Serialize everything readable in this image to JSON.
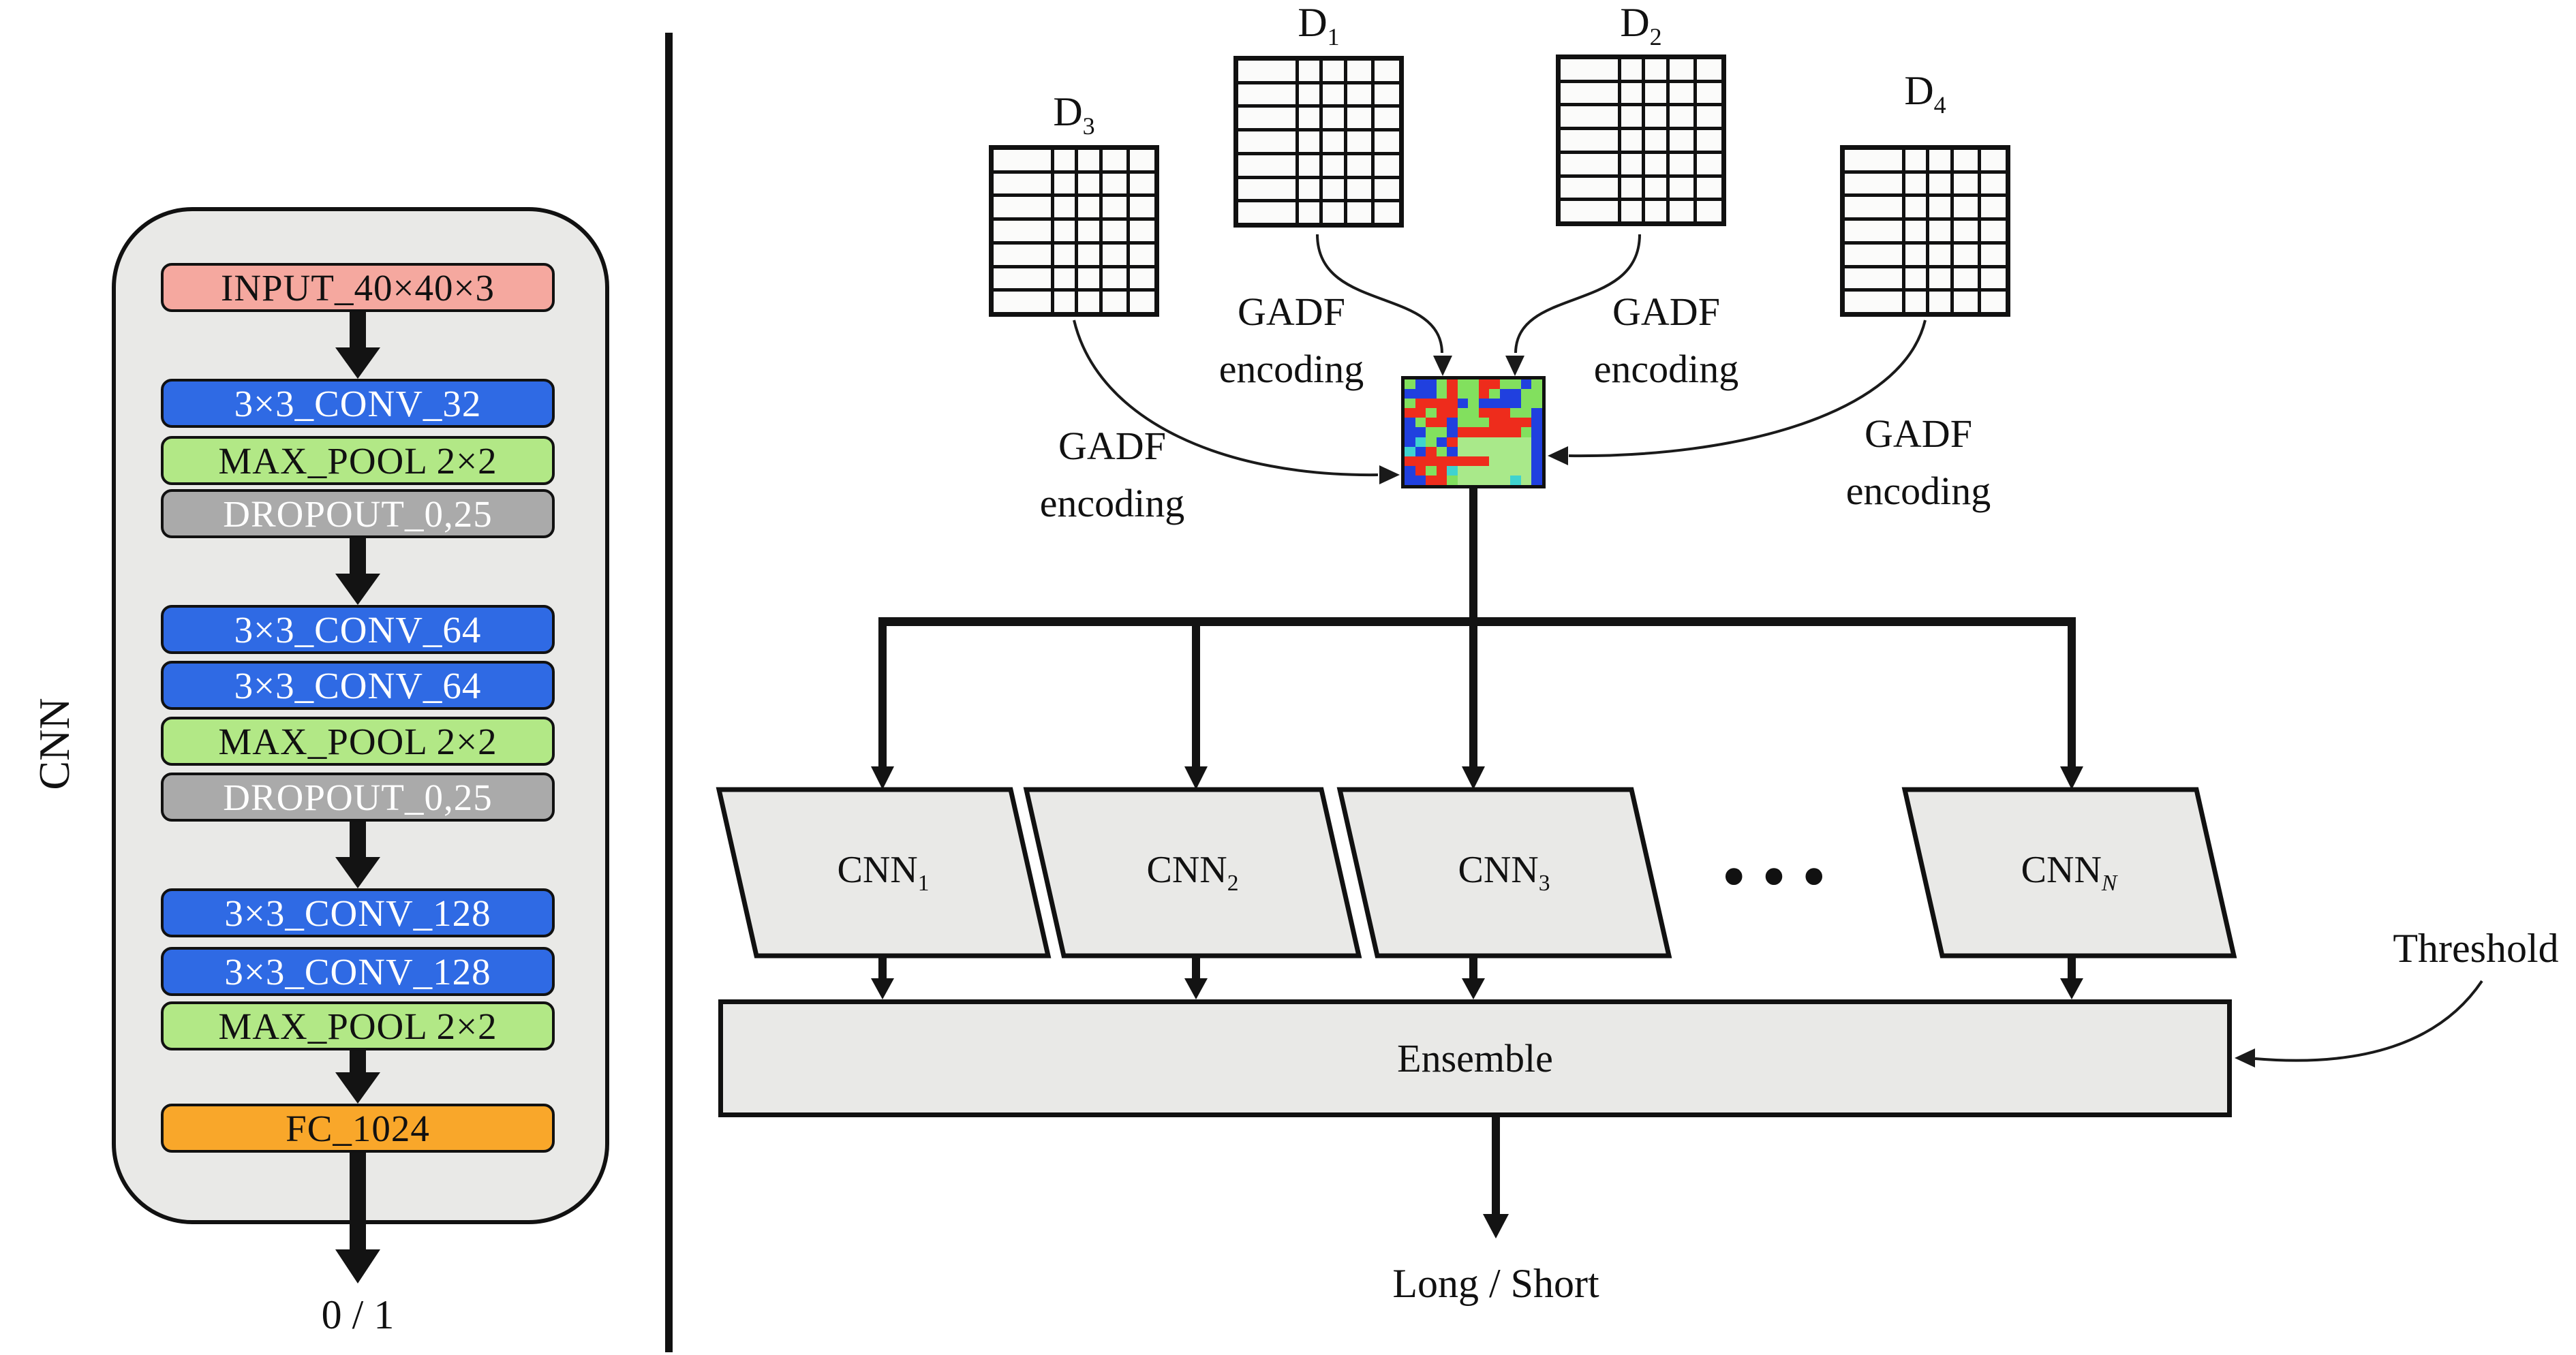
{
  "left_panel": {
    "side_label": "CNN",
    "output_label": "0 / 1",
    "layers": [
      {
        "label": "INPUT_40×40×3",
        "type": "input"
      },
      {
        "label": "3×3_CONV_32",
        "type": "conv"
      },
      {
        "label": "MAX_POOL 2×2",
        "type": "pool"
      },
      {
        "label": "DROPOUT_0,25",
        "type": "dropout"
      },
      {
        "label": "3×3_CONV_64",
        "type": "conv"
      },
      {
        "label": "3×3_CONV_64",
        "type": "conv"
      },
      {
        "label": "MAX_POOL 2×2",
        "type": "pool"
      },
      {
        "label": "DROPOUT_0,25",
        "type": "dropout"
      },
      {
        "label": "3×3_CONV_128",
        "type": "conv"
      },
      {
        "label": "3×3_CONV_128",
        "type": "conv"
      },
      {
        "label": "MAX_POOL 2×2",
        "type": "pool"
      },
      {
        "label": "FC_1024",
        "type": "fc"
      }
    ],
    "colors": {
      "input": "#f5a89f",
      "conv": "#2f6ae4",
      "pool": "#b2e886",
      "dropout": "#aaaaaa",
      "fc": "#f9a72a",
      "panel_bg": "#e9e9e7",
      "line": "#111111"
    }
  },
  "right_panel": {
    "matrices": [
      {
        "label": "D",
        "sub": "3"
      },
      {
        "label": "D",
        "sub": "1"
      },
      {
        "label": "D",
        "sub": "2"
      },
      {
        "label": "D",
        "sub": "4"
      }
    ],
    "encoding_labels": [
      {
        "line1": "GADF",
        "line2": "encoding"
      },
      {
        "line1": "GADF",
        "line2": "encoding"
      },
      {
        "line1": "GADF",
        "line2": "encoding"
      },
      {
        "line1": "GADF",
        "line2": "encoding"
      }
    ],
    "cnn_nodes": [
      {
        "label": "CNN",
        "sub": "1"
      },
      {
        "label": "CNN",
        "sub": "2"
      },
      {
        "label": "CNN",
        "sub": "3"
      },
      {
        "label": "CNN",
        "sub": "N"
      }
    ],
    "ellipsis": "•••",
    "ensemble_label": "Ensemble",
    "threshold_label": "Threshold",
    "final_output_label": "Long / Short",
    "node_fill": "#e9e9e7",
    "gadf_image": {
      "palette": {
        "r": "#ee2c1c",
        "b": "#2040df",
        "g": "#82e05e",
        "G": "#a9e98a",
        "c": "#3fd3cf"
      },
      "rows": [
        "gbbgrggrrggbg",
        "bbbgrggrgbbgg",
        "grrrrbgbbbbgg",
        "rrgrrggrrrggb",
        "bgrrbgggrrrrb",
        "bbggbrrrrrrgb",
        "bcgbrGGGGGGGb",
        "cbrgbGGGGGGGb",
        "rrrrrrrrGGGGb",
        "brgrcGGGGGGGb",
        "bbrrgGGGGGcGb"
      ]
    }
  }
}
